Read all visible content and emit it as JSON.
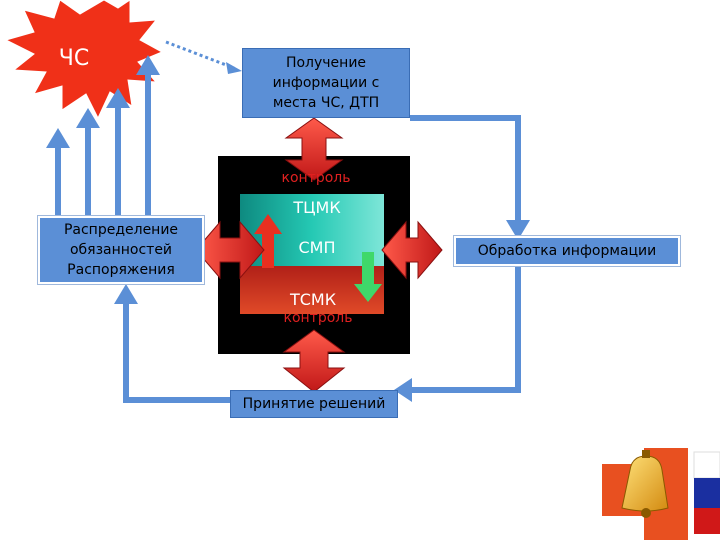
{
  "emergency_label": "ЧС",
  "receive_info": "Получение информации с места ЧС, ДТП",
  "distribution": "Распределение обязанностей Распоряжения",
  "processing": "Обработка информации",
  "decision": "Принятие решений",
  "control_top": "контроль",
  "control_bottom": "контроль",
  "unit_tcmk": "ТЦМК",
  "unit_smp": "СМП",
  "unit_tsmk": "ТСМК",
  "colors": {
    "box_blue": "#5b8fd6",
    "connector_blue": "#5b8fd6",
    "arrow_red": "#e02a2a",
    "center_black": "#000000",
    "teal_block": "#19b5a0",
    "red_block": "#c8281e",
    "star_red": "#f03018"
  },
  "logo_icon": "bell-cross-emblem"
}
